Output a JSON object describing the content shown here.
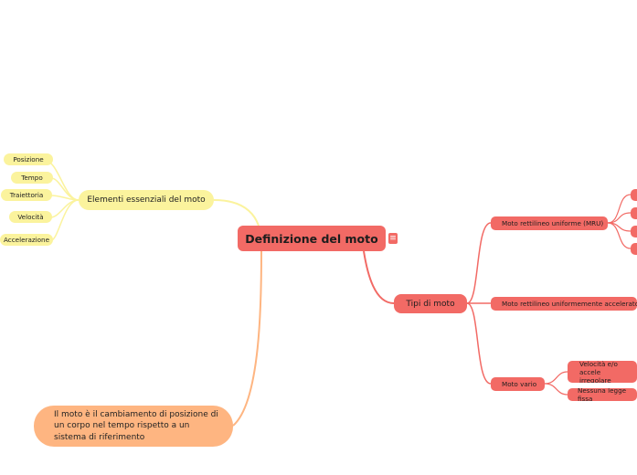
{
  "mindmap": {
    "root": {
      "label": "Definizione del moto",
      "menu_icon": "≡"
    },
    "elementi": {
      "label": "Elementi essenziali del moto",
      "items": [
        "Posizione",
        "Tempo",
        "Traiettoria",
        "Velocità",
        "Accelerazione"
      ]
    },
    "definizione_text": "Il moto è il cambiamento di posizione di\nun corpo nel tempo rispetto a un\nsistema di riferimento",
    "tipi": {
      "label": "Tipi di moto",
      "mru": "Moto rettilineo uniforme (MRU)",
      "mrua": "Moto rettilineo uniformemente accelerato (M",
      "vario": {
        "label": "Moto vario",
        "children": [
          "Velocità e/o accele\nirregolare",
          "Nessuna legge fissa"
        ]
      }
    },
    "colors": {
      "root": "#f26a65",
      "yellow": "#fbf39d",
      "orange": "#feb581",
      "red": "#f26a65"
    }
  }
}
